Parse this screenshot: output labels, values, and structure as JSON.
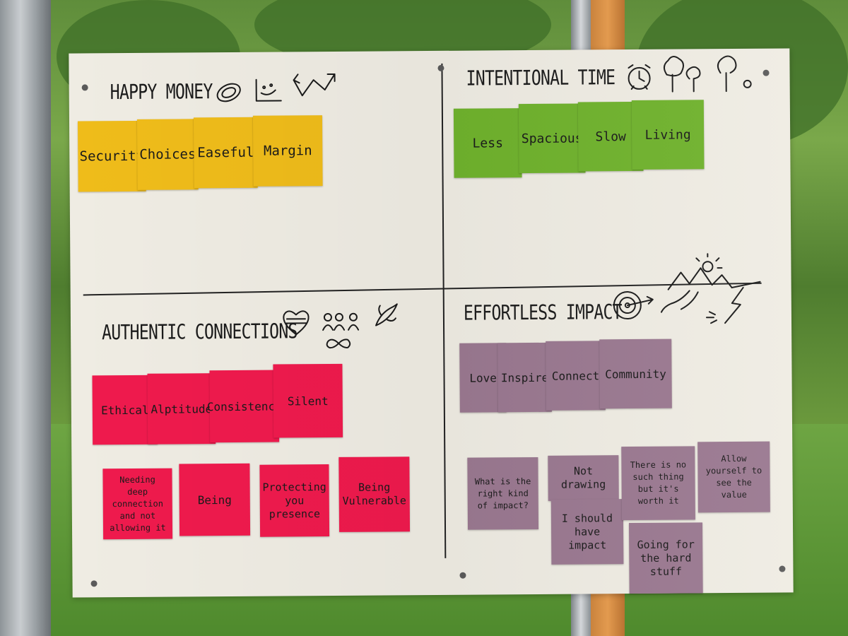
{
  "quadrants": {
    "happy_money": {
      "title": "HAPPY MONEY",
      "icons": [
        "coin-icon",
        "smile-chart-icon",
        "arrows-icon"
      ],
      "notes": [
        "Security",
        "Choices",
        "Easeful",
        "Margin"
      ]
    },
    "intentional_time": {
      "title": "INTENTIONAL TIME",
      "icons": [
        "alarm-clock-icon",
        "trees-icon"
      ],
      "notes": [
        "Less",
        "Spacious",
        "Slow",
        "Living"
      ]
    },
    "authentic_connections": {
      "title": "AUTHENTIC CONNECTIONS",
      "icons": [
        "heart-icon",
        "people-icon",
        "infinity-icon",
        "bird-icon"
      ],
      "notes_top": [
        "Ethical",
        "Alptitude",
        "Consistency",
        "Silent"
      ],
      "notes_bottom": [
        "Needing deep connection and not allowing it",
        "Being",
        "Protecting you presence",
        "Being Vulnerable"
      ]
    },
    "effortless_impact": {
      "title": "EFFORTLESS IMPACT",
      "icons": [
        "target-icon",
        "mountains-icon",
        "lightning-icon"
      ],
      "notes_top": [
        "Love",
        "Inspire",
        "Connect",
        "Community"
      ],
      "notes_bottom": [
        "What is the right kind of impact?",
        "Not drawing",
        "I should have impact",
        "There is no such thing but it's worth it",
        "Allow yourself to see the value",
        "Going for the hard stuff"
      ]
    }
  },
  "colors": {
    "poster": "#efece3",
    "yellow_note": "#efbc1a",
    "green_note": "#6fb22c",
    "red_note": "#ef1a4d",
    "purple_note": "#9a7890"
  }
}
